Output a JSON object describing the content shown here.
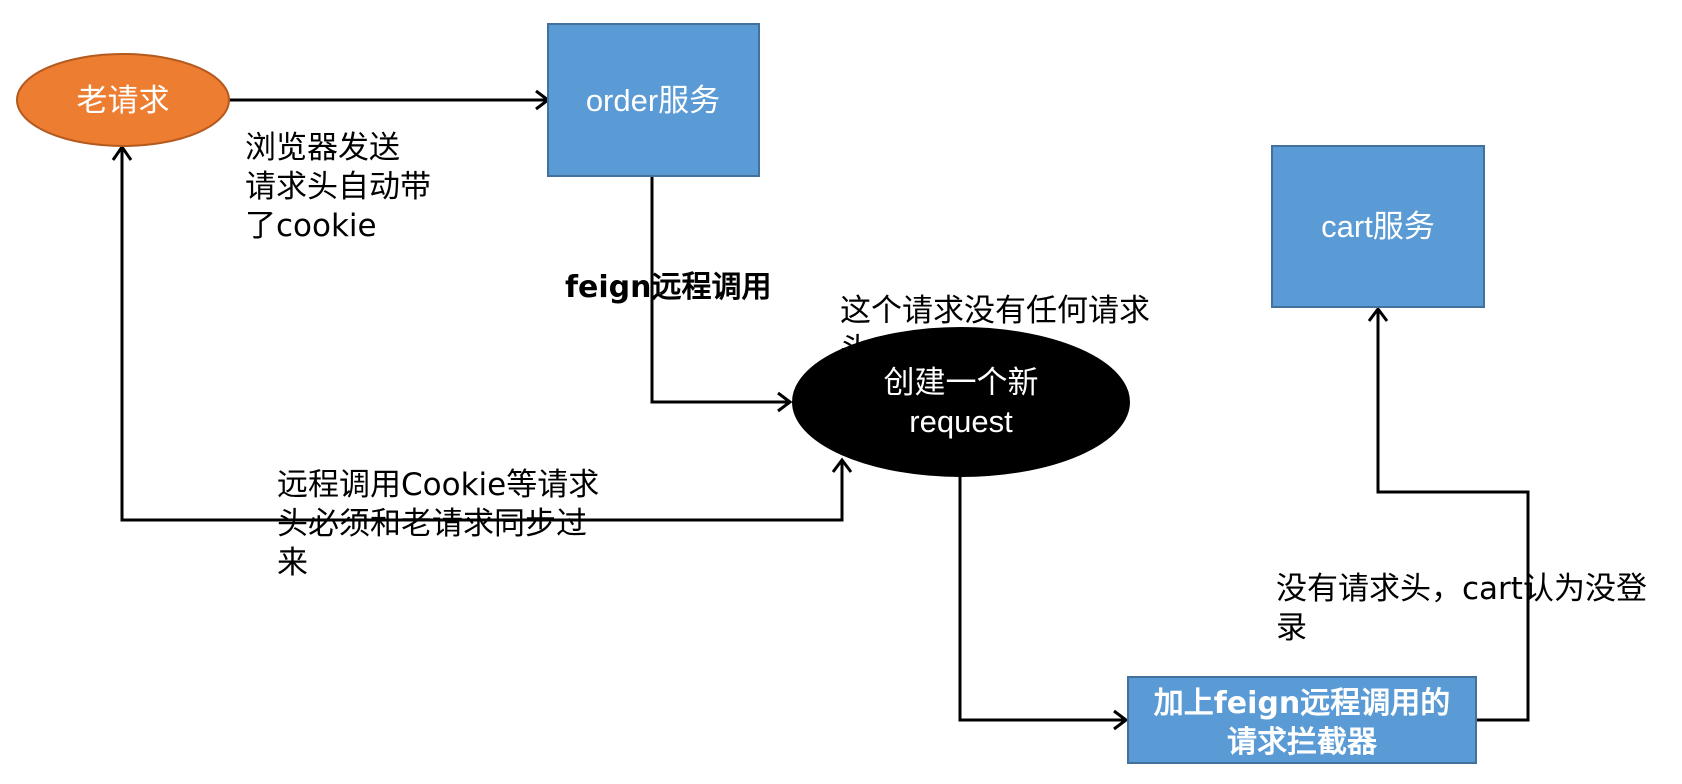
{
  "nodes": {
    "old_request": {
      "label": "老请求",
      "color": "#ED7D31"
    },
    "order_service": {
      "label": "order服务",
      "color": "#5B9BD5"
    },
    "new_request": {
      "lines": [
        "创建一个新",
        "request"
      ],
      "color": "#000000"
    },
    "cart_service": {
      "label": "cart服务",
      "color": "#5B9BD5"
    },
    "interceptor": {
      "lines": [
        "加上feign远程调用的",
        "请求拦截器"
      ],
      "color": "#5B9BD5"
    }
  },
  "annotations": {
    "browser_note": [
      "浏览器发送",
      "请求头自动带",
      "了cookie"
    ],
    "feign_call": "feign远程调用",
    "no_header_note": [
      "这个请求没有任何请求",
      "头"
    ],
    "sync_note": [
      "远程调用Cookie等请求",
      "头必须和老请求同步过",
      "来"
    ],
    "cart_note": [
      "没有请求头，cart认为没登",
      "录"
    ]
  }
}
